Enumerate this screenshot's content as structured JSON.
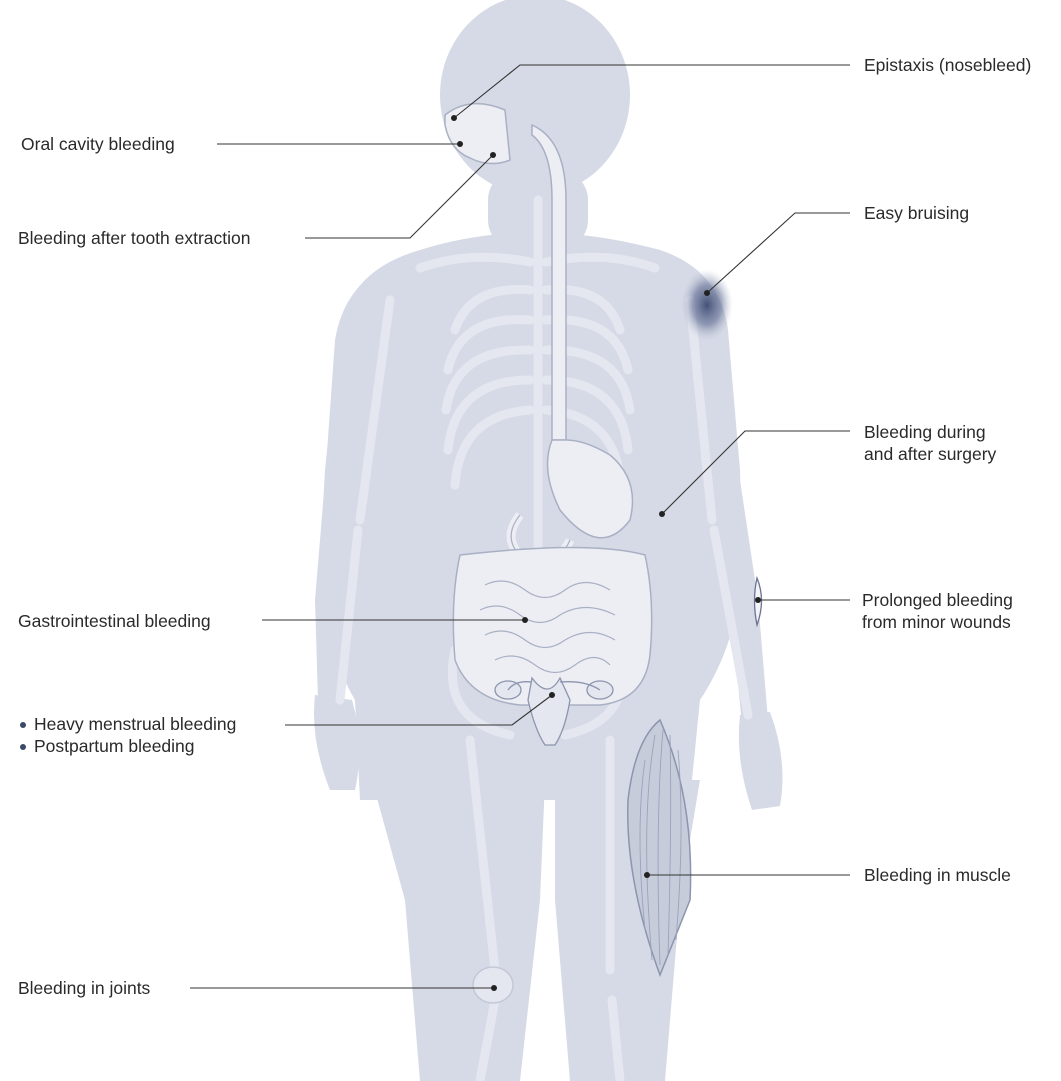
{
  "labels": {
    "epistaxis": "Epistaxis (nosebleed)",
    "oral_cavity": "Oral cavity bleeding",
    "tooth_extraction": "Bleeding after tooth extraction",
    "easy_bruising": "Easy bruising",
    "surgery_line1": "Bleeding during",
    "surgery_line2": "and after surgery",
    "minor_wounds_line1": "Prolonged bleeding",
    "minor_wounds_line2": "from minor wounds",
    "gastrointestinal": "Gastrointestinal bleeding",
    "menstrual_items": [
      "Heavy menstrual bleeding",
      "Postpartum bleeding"
    ],
    "muscle": "Bleeding in muscle",
    "joints": "Bleeding in joints"
  },
  "colors": {
    "body": "#d6dae6",
    "bone": "#e4e7ef",
    "organ": "#eceef4",
    "outline": "#a9b0c4",
    "leader": "#333333",
    "dot": "#222222",
    "bruise": "#3d4a72",
    "muscle": "#c7ccdb"
  }
}
